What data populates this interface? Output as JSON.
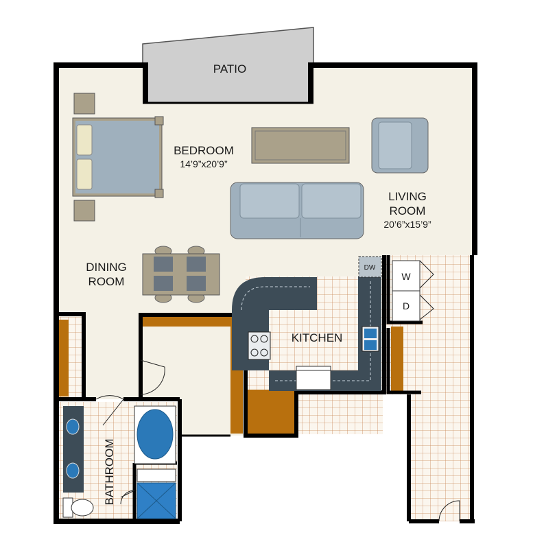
{
  "colors": {
    "wall": "#000000",
    "floor": "#f4f1e6",
    "tile_bg": "#fbf6ee",
    "tile_grid": "#c98a5a",
    "wood_trim": "#b8700e",
    "counter": "#3d4c57",
    "furniture_blue": "#9fb0bd",
    "furniture_tan": "#aaa18a",
    "patio": "#cfcfcf",
    "tub_water": "#2b79b8",
    "shower": "#2f80c6",
    "pillow": "#ece7c7"
  },
  "rooms": {
    "patio": {
      "name": "PATIO"
    },
    "bedroom": {
      "name": "BEDROOM",
      "dims": "14’9”x20’9”"
    },
    "living": {
      "name_line1": "LIVING",
      "name_line2": "ROOM",
      "dims": "20’6”x15’9”"
    },
    "dining": {
      "name_line1": "DINING",
      "name_line2": "ROOM"
    },
    "kitchen": {
      "name": "KITCHEN"
    },
    "bathroom": {
      "name": "BATHROOM"
    }
  },
  "appliances": {
    "dishwasher": "DW",
    "washer": "W",
    "dryer": "D"
  }
}
